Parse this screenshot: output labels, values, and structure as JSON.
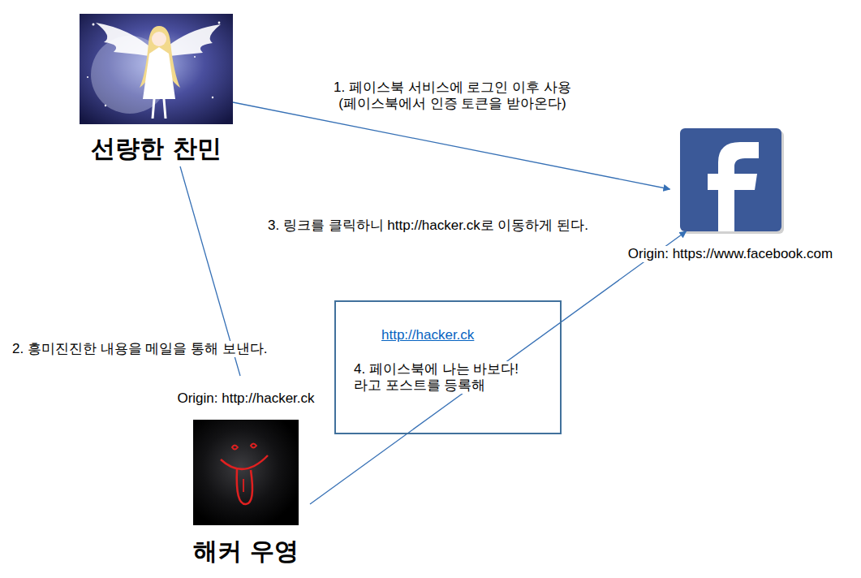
{
  "diagram": {
    "nodes": [
      {
        "text": [
          "선량한 찬민"
        ]
      },
      {
        "text": [
          "Origin: https://www.facebook.com"
        ]
      },
      {
        "text": [
          "http://hacker.ck",
          "4. 페이스북에 나는 바보다! 라고 포스트를 등록해"
        ]
      },
      {
        "text": [
          "Origin: http://hacker.ck",
          "해커 우영"
        ]
      }
    ],
    "edges": [
      {
        "from": 0,
        "to": 1,
        "arrow": "to",
        "label": "1. 페이스북 서비스에 로그인 이후 사용 (페이스북에서 인증 토큰을 받아온다)"
      },
      {
        "from": 3,
        "to": 0,
        "arrow": "none",
        "label": "2. 흥미진진한 내용을 메일을 통해 보낸다."
      },
      {
        "from": 3,
        "to": 1,
        "arrow": "to"
      }
    ],
    "labels": [
      "3. 링크를 클릭하니 http://hacker.ck로 이동하게 된다."
    ]
  }
}
